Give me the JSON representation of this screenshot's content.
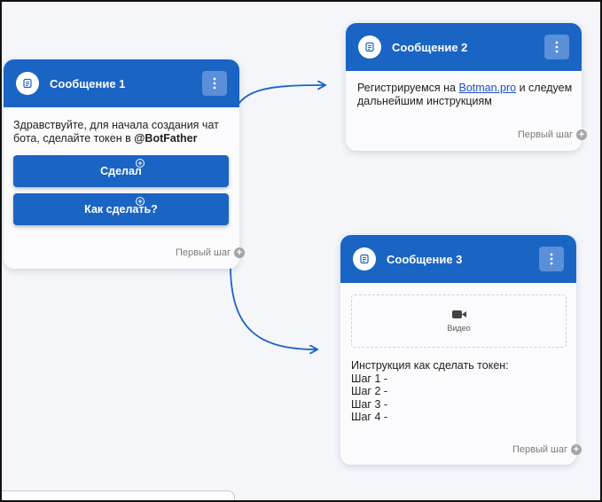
{
  "canvas": {
    "background": "#f4f6fa",
    "edge_color": "#1a64c4",
    "accent": "#1a64c4"
  },
  "cards": [
    {
      "title": "Сообщение 1",
      "icon": "message-icon",
      "text_before_mention": "Здравствуйте, для начала создания чат бота, сделайте токен в ",
      "mention": "@BotFather",
      "buttons": [
        {
          "label": "Сделал"
        },
        {
          "label": "Как сделать?"
        }
      ],
      "next_step_label": "Первый шаг"
    },
    {
      "title": "Сообщение 2",
      "icon": "message-icon",
      "text_before_link": "Регистрируемся на ",
      "link": "Botman.pro",
      "text_after_link": " и следуем дальнейшим инструкциям",
      "next_step_label": "Первый шаг"
    },
    {
      "title": "Сообщение 3",
      "icon": "message-icon",
      "media": {
        "label": "Видео",
        "icon": "video-camera-icon"
      },
      "text_lines": [
        "Инструкция как сделать токен:",
        "Шаг 1 -",
        "Шаг 2 -",
        "Шаг 3 -",
        "Шаг 4 -"
      ],
      "next_step_label": "Первый шаг"
    }
  ]
}
